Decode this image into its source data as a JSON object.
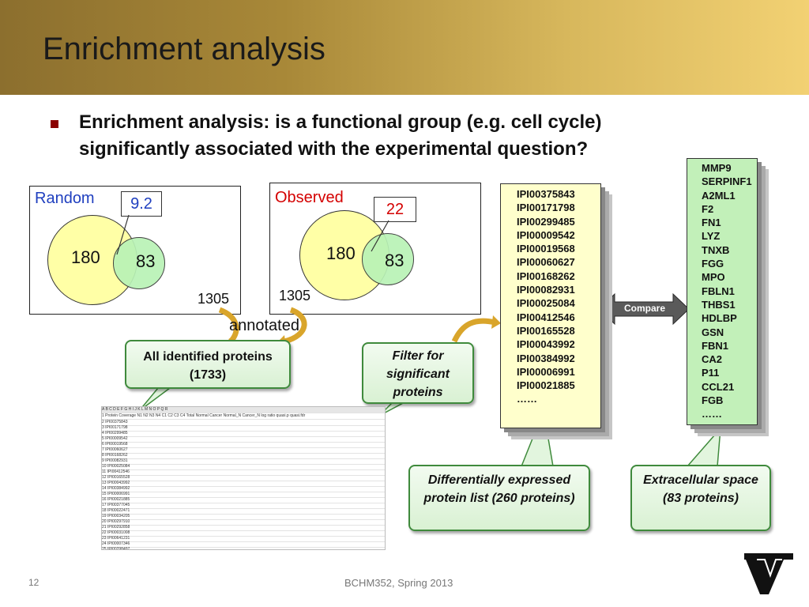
{
  "header": {
    "title": "Enrichment analysis"
  },
  "bullet": {
    "text": "Enrichment analysis: is a functional group (e.g. cell cycle) significantly associated with the experimental question?"
  },
  "random": {
    "title": "Random",
    "callout": "9.2",
    "left": "180",
    "right": "83",
    "total": "1305"
  },
  "observed": {
    "title": "Observed",
    "callout": "22",
    "left": "180",
    "right": "83",
    "total": "1305"
  },
  "annotated_label": "annotated",
  "cards": {
    "all_identified": "All identified proteins (1733)",
    "filter": "Filter for significant proteins",
    "differential": "Differentially expressed protein list (260 proteins)",
    "extracellular": "Extracellular space\n(83 proteins)"
  },
  "compare_label": "Compare",
  "protein_ids": [
    "IPI00375843",
    "IPI00171798",
    "IPI00299485",
    "IPI00009542",
    "IPI00019568",
    "IPI00060627",
    "IPI00168262",
    "IPI00082931",
    "IPI00025084",
    "IPI00412546",
    "IPI00165528",
    "IPI00043992",
    "IPI00384992",
    "IPI00006991",
    "IPI00021885",
    "……"
  ],
  "genes": [
    "MMP9",
    "SERPINF1",
    "A2ML1",
    "F2",
    "FN1",
    "LYZ",
    "TNXB",
    "FGG",
    "MPO",
    "FBLN1",
    "THBS1",
    "HDLBP",
    "GSN",
    "FBN1",
    "CA2",
    "P11",
    "CCL21",
    "FGB",
    "……"
  ],
  "spreadsheet": {
    "columns": [
      "A",
      "B",
      "C",
      "D",
      "E",
      "F",
      "G",
      "H",
      "I",
      "J",
      "K",
      "L",
      "M",
      "N",
      "O",
      "P",
      "Q",
      "R"
    ],
    "header": [
      "Protein",
      "Coverage",
      "N1",
      "N2",
      "N3",
      "N4",
      "C1",
      "C2",
      "C3",
      "C4",
      "Total",
      "Normal",
      "Cancer",
      "Normal_N",
      "Cancer_N",
      "log ratio",
      "quasi.p",
      "quasi.fdr"
    ],
    "rows": [
      "IPI00375843",
      "IPI00171798",
      "IPI00299485",
      "IPI00009542",
      "IPI00019568",
      "IPI00060627",
      "IPI00168262",
      "IPI00082931",
      "IPI00025084",
      "IPI00412546",
      "IPI00165528",
      "IPI00043992",
      "IPI00384992",
      "IPI00006991",
      "IPI00021885",
      "IPI00377045",
      "IPI00022471",
      "IPI00034205",
      "IPI00297910",
      "IPI00292858",
      "IPI00031008",
      "IPI00641231",
      "IPI00007346",
      "IPI00298497"
    ]
  },
  "footer": {
    "page": "12",
    "course": "BCHM352, Spring 2013"
  },
  "colors": {
    "accent_red": "#d40000",
    "accent_blue": "#1f3fbf",
    "card_border": "#3f8a3c",
    "bullet": "#8b0000"
  },
  "icons": {
    "logo": "vanderbilt-v-logo",
    "arrows": "curved-arrow-icon"
  }
}
